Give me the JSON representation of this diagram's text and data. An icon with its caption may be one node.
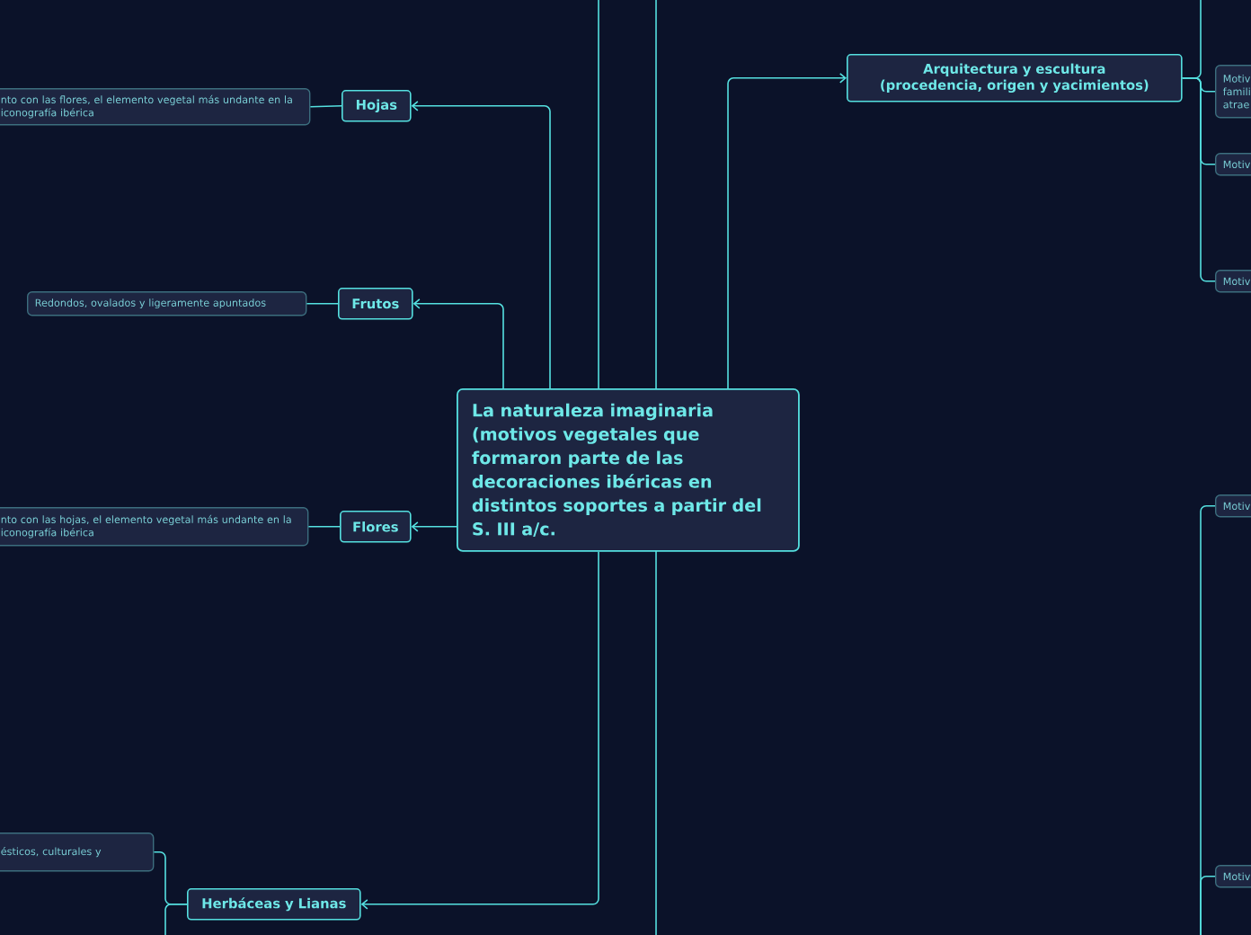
{
  "diagram": {
    "nodes": [
      {
        "text": [
          "La naturaleza imaginaria (motivos vegetales que formaron parte de las decoraciones ibéricas en distintos soportes a partir del S. III a/c."
        ]
      },
      {
        "text": [
          "Hojas"
        ]
      },
      {
        "text": [
          "nto con las flores, el elemento vegetal más undante en la iconografía ibérica"
        ]
      },
      {
        "text": [
          "Frutos"
        ]
      },
      {
        "text": [
          "Redondos, ovalados y ligeramente apuntados"
        ]
      },
      {
        "text": [
          "Flores"
        ]
      },
      {
        "text": [
          "nto con las hojas, el elemento vegetal más undante en la iconografía ibérica"
        ]
      },
      {
        "text": [
          "Herbáceas y Lianas"
        ]
      },
      {
        "text": [
          "ésticos, culturales y"
        ]
      },
      {
        "text": [
          "Arquitectura y escultura (procedencia, origen y yacimientos)"
        ]
      },
      {
        "text": [
          "Motiv famili atrae"
        ]
      },
      {
        "text": [
          "Motiv"
        ]
      },
      {
        "text": [
          "Motiv"
        ]
      },
      {
        "text": [
          "Motiv"
        ]
      },
      {
        "text": [
          "Motiv"
        ]
      }
    ],
    "edges": [
      {
        "from": 0,
        "to": 1,
        "arrow": "to"
      },
      {
        "from": 0,
        "to": 3,
        "arrow": "to"
      },
      {
        "from": 0,
        "to": 5,
        "arrow": "to"
      },
      {
        "from": 0,
        "to": 7,
        "arrow": "to"
      },
      {
        "from": 0,
        "to": 9,
        "arrow": "to"
      },
      {
        "from": 1,
        "to": 2,
        "arrow": "none"
      },
      {
        "from": 3,
        "to": 4,
        "arrow": "none"
      },
      {
        "from": 5,
        "to": 6,
        "arrow": "none"
      },
      {
        "from": 7,
        "to": 8,
        "arrow": "none"
      },
      {
        "from": 9,
        "to": 10,
        "arrow": "none"
      },
      {
        "from": 9,
        "to": 11,
        "arrow": "none"
      },
      {
        "from": 9,
        "to": 12,
        "arrow": "none"
      },
      {
        "from": null,
        "to": 13,
        "arrow": "none"
      },
      {
        "from": null,
        "to": 14,
        "arrow": "none"
      },
      {
        "from": 7,
        "to": null,
        "arrow": "none"
      },
      {
        "from": 9,
        "to": null,
        "arrow": "none"
      }
    ]
  }
}
